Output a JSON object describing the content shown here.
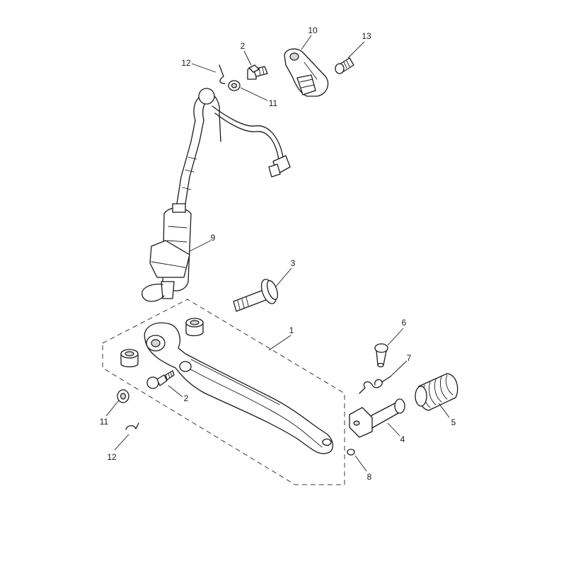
{
  "callouts": {
    "c1": "1",
    "c2a": "2",
    "c2b": "2",
    "c3": "3",
    "c4": "4",
    "c5": "5",
    "c6": "6",
    "c7": "7",
    "c8": "8",
    "c9": "9",
    "c10": "10",
    "c11a": "11",
    "c11b": "11",
    "c12a": "12",
    "c12b": "12",
    "c13": "13"
  }
}
